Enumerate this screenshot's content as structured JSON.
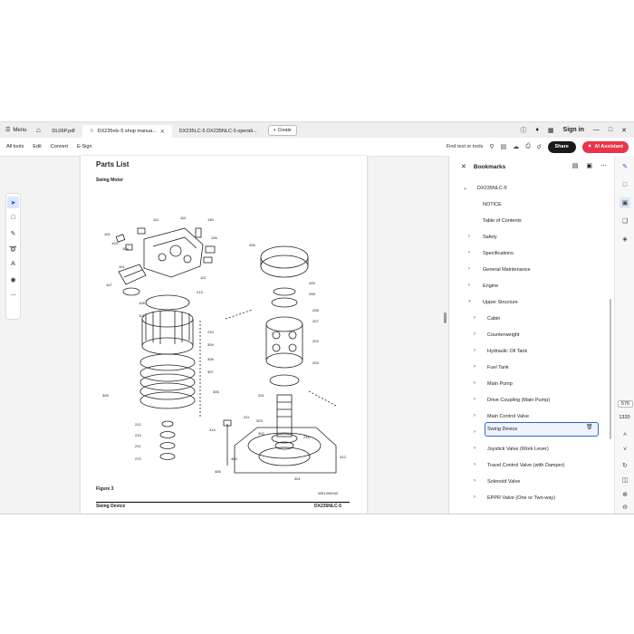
{
  "titlebar": {
    "menu_label": "Menu",
    "tabs": [
      {
        "label": "DL06P.pdf"
      },
      {
        "label": "DX235nlc-5 shop manua..."
      },
      {
        "label": "DX235LC-5 DX235NLC-5 operati..."
      }
    ],
    "create_label": "Create",
    "signin_label": "Sign in"
  },
  "toolbar": {
    "items": [
      "All tools",
      "Edit",
      "Convert",
      "E-Sign"
    ],
    "find_label": "Find text or tools",
    "share_label": "Share",
    "ai_label": "AI Assistant"
  },
  "document": {
    "title": "Parts List",
    "subtitle": "Swing Motor",
    "figure_label": "Figure 3",
    "figure_code": "WE1400042",
    "footer_left": "Swing Device",
    "footer_right": "DX235NLC-5",
    "callouts": [
      "110",
      "130",
      "102",
      "103",
      "104",
      "105",
      "101",
      "107",
      "108",
      "111",
      "112",
      "113",
      "213",
      "210",
      "309",
      "308",
      "307",
      "306",
      "305",
      "212",
      "210",
      "211",
      "270",
      "205",
      "209",
      "208",
      "206",
      "207",
      "203",
      "202",
      "201",
      "303",
      "302",
      "214",
      "311",
      "314",
      "406",
      "400",
      "301",
      "312"
    ]
  },
  "bookmarks": {
    "title": "Bookmarks",
    "root": "DX235NLC-5",
    "items": [
      {
        "label": "NOTICE"
      },
      {
        "label": "Table of Contents"
      },
      {
        "label": "Safety"
      },
      {
        "label": "Specifications"
      },
      {
        "label": "General Maintenance"
      },
      {
        "label": "Engine"
      },
      {
        "label": "Upper Structure"
      },
      {
        "label": "Cabin"
      },
      {
        "label": "Counterweight"
      },
      {
        "label": "Hydraulic Oil Tank"
      },
      {
        "label": "Fuel Tank"
      },
      {
        "label": "Main Pump"
      },
      {
        "label": "Drive Coupling (Main Pump)"
      },
      {
        "label": "Main Control Valve"
      },
      {
        "label": "Swing Device"
      },
      {
        "label": "Joystick Valve (Work Lever)"
      },
      {
        "label": "Travel Control Valve (with Damper)"
      },
      {
        "label": "Solenoid Valve"
      },
      {
        "label": "EPPR Valve (One or Two-way)"
      }
    ]
  },
  "side_rail": {
    "current_page": "576",
    "total_pages": "1320"
  }
}
